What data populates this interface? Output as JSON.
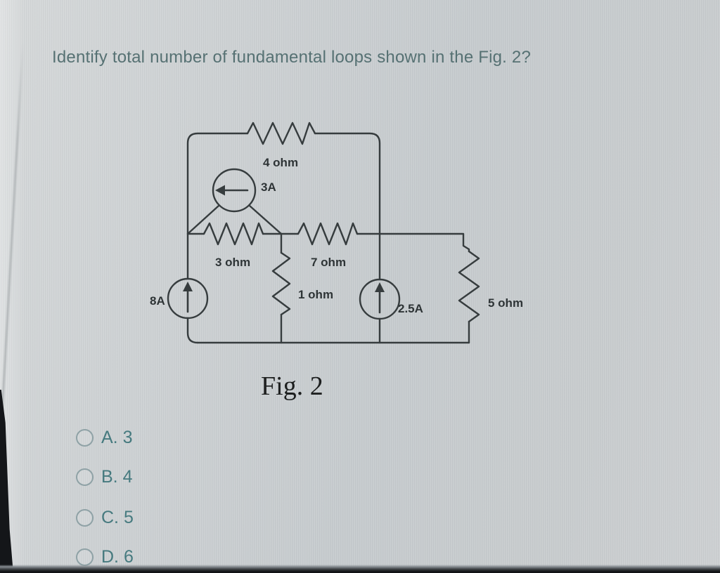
{
  "question": {
    "title": "Identify total number of fundamental loops shown in the Fig. 2?"
  },
  "figure": {
    "caption": "Fig. 2",
    "labels": {
      "r4": "4 ohm",
      "src3a": "3A",
      "r3": "3 ohm",
      "r7": "7 ohm",
      "r1": "1 ohm",
      "src8a": "8A",
      "src25a": "2.5A",
      "r5": "5 ohm"
    }
  },
  "options": [
    {
      "id": "A",
      "label": "A. 3"
    },
    {
      "id": "B",
      "label": "B. 4"
    },
    {
      "id": "C",
      "label": "C. 5"
    },
    {
      "id": "D",
      "label": "D. 6"
    }
  ],
  "colors": {
    "accent_text": "#567173",
    "option_text": "#467a7f",
    "circuit_ink": "#363c3e",
    "background": "#c9cdd0"
  }
}
